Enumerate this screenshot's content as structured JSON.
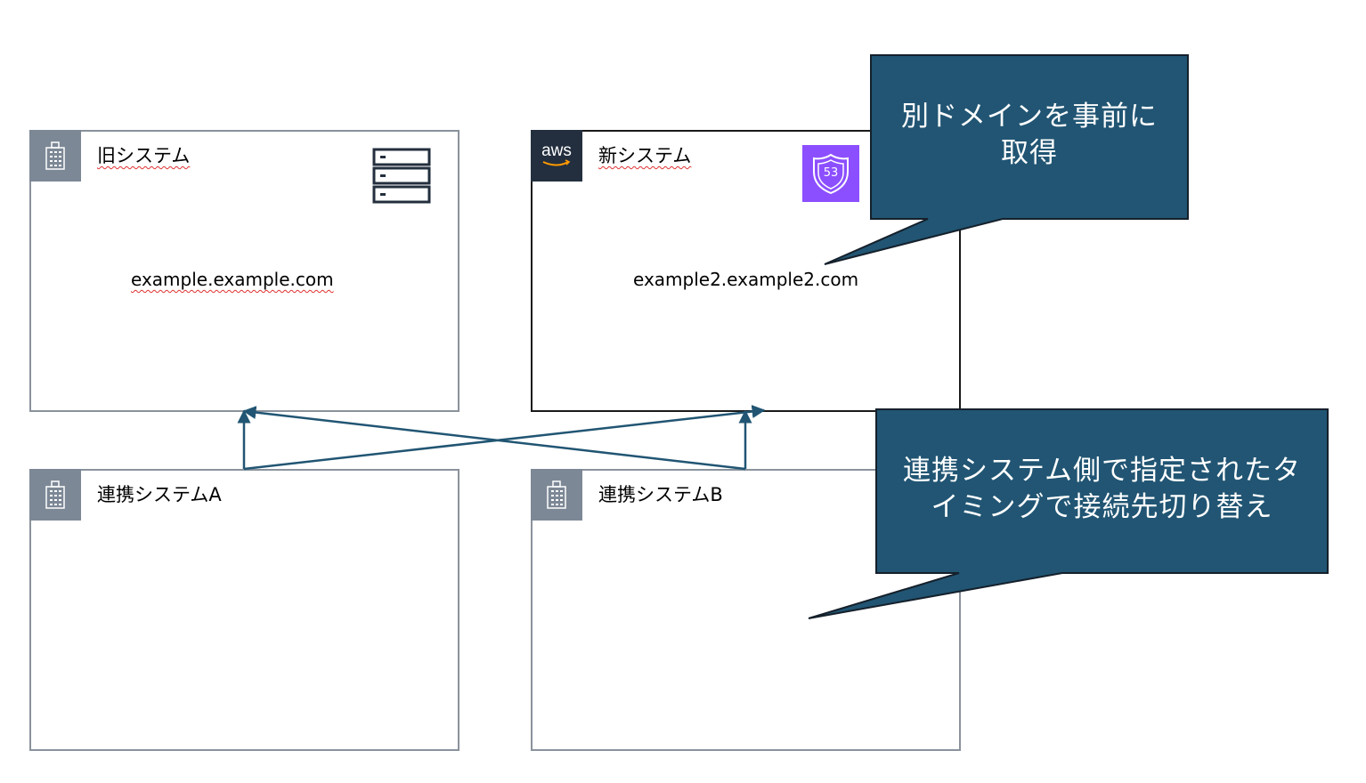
{
  "old_system": {
    "title": "旧システム",
    "domain": "example.example.com"
  },
  "new_system": {
    "title": "新システム",
    "domain": "example2.example2.com",
    "aws_label": "aws",
    "route53_label": "53"
  },
  "system_a": {
    "title": "連携システムA"
  },
  "system_b": {
    "title": "連携システムB"
  },
  "callout_top": {
    "line1": "別ドメインを事前に",
    "line2": "取得"
  },
  "callout_bottom": {
    "line1": "連携システム側で指定されたタ",
    "line2": "イミングで接続先切り替え"
  },
  "colors": {
    "callout_fill": "#215573",
    "arrow": "#215573",
    "route53": "#8c4fff",
    "building": "#7d8896",
    "aws": "#232f3e"
  },
  "icons": [
    "building-icon",
    "server-icon",
    "aws-logo-icon",
    "route53-icon"
  ]
}
